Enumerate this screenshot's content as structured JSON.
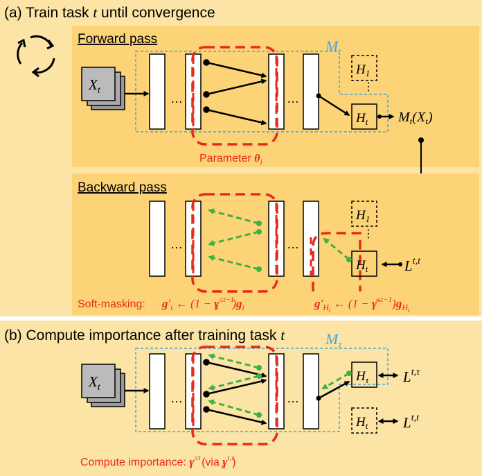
{
  "panel_a": {
    "title_prefix": "(a) Train task ",
    "title_var": "t",
    "title_suffix": " until convergence",
    "forward": {
      "label": "Forward pass",
      "model_label_base": "M",
      "model_label_sub": "t",
      "input_base": "X",
      "input_sub": "t",
      "dots": "…",
      "head_top_base": "H",
      "head_top_sub": "1",
      "head_main_base": "H",
      "head_main_sub": "t",
      "output_base": "M",
      "output_sub": "t",
      "output_arg_open": "(X",
      "output_arg_sub": "t",
      "output_arg_close": ")",
      "param_label": "Parameter ",
      "param_symbol": "θ",
      "param_sub": "i"
    },
    "backward": {
      "label": "Backward pass",
      "dots": "…",
      "head_top_base": "H",
      "head_top_sub": "1",
      "head_main_base": "H",
      "head_main_sub": "t",
      "loss_base": "L",
      "loss_sup": "t,t",
      "softmask_label": "Soft-masking:",
      "eq1": {
        "lhs": "g",
        "prime": "′",
        "sub": "i",
        "arrow": " ← (1 − ",
        "gamma": "γ",
        "gamma_sub": "i",
        "gamma_sup": "≤t−1",
        "close": ")",
        "g": "g",
        "g_sub": "i"
      },
      "eq2": {
        "lhs": "g",
        "prime": "′",
        "sub": "H",
        "subsub": "t",
        "arrow": " ← (1 − ",
        "gamma": "γ̄",
        "gamma_sup": "≤t−1",
        "close": ")",
        "g": "g",
        "g_sub": "H",
        "g_subsub": "t"
      }
    }
  },
  "panel_b": {
    "title_prefix": "(b) Compute importance after training task ",
    "title_var": "t",
    "model_label_base": "M",
    "model_label_sub": "τ",
    "input_base": "X",
    "input_sub": "t",
    "dots": "…",
    "head_a_base": "H",
    "head_a_sub": "τ",
    "head_b_base": "H",
    "head_b_sub": "t",
    "loss_a_base": "L",
    "loss_a_sup": "t,τ",
    "loss_b_base": "L",
    "loss_b_sup": "t,t",
    "compute_label": "Compute importance: ",
    "gamma": "γ",
    "gamma_sub": "i",
    "gamma_sup": "≤t",
    "via_open": " (via ",
    "via_gamma": "γ",
    "via_sub": "i",
    "via_sup": "t,τ",
    "via_close": ")"
  },
  "colors": {
    "panel": "#fbe4a5",
    "subpanel": "#fcd477",
    "red_dash": "#e8291c",
    "green_dash": "#3db144",
    "blue_dash": "#4aa3d8",
    "black": "#000000"
  }
}
